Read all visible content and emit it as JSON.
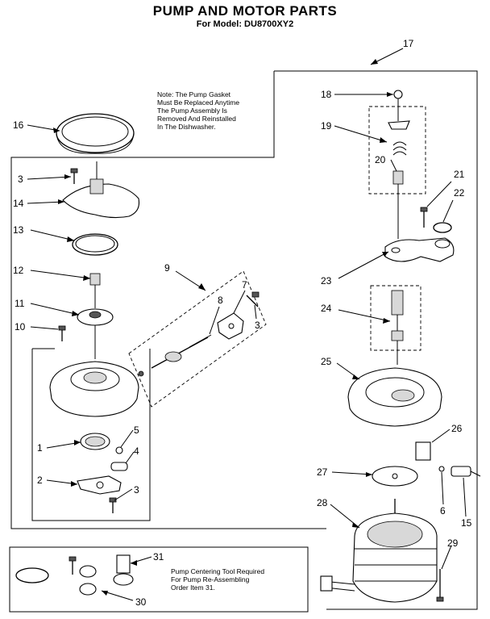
{
  "title": "PUMP AND MOTOR PARTS",
  "subtitle": "For Model: DU8700XY2",
  "note": "Note: The Pump Gasket\nMust Be Replaced Anytime\nThe Pump Assembly Is\nRemoved And Reinstalled\nIn The Dishwasher.",
  "tool_note": "Pump Centering Tool Required\nFor Pump Re-Assembling\nOrder Item 31.",
  "callouts": [
    "1",
    "2",
    "3",
    "3",
    "3",
    "4",
    "5",
    "6",
    "7",
    "8",
    "9",
    "10",
    "11",
    "12",
    "13",
    "14",
    "15",
    "16",
    "17",
    "18",
    "19",
    "20",
    "21",
    "22",
    "23",
    "24",
    "25",
    "26",
    "27",
    "28",
    "29",
    "30",
    "31"
  ]
}
